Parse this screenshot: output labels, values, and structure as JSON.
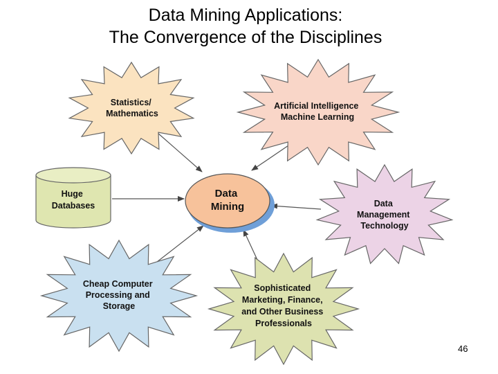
{
  "title": {
    "line1": "Data Mining Applications:",
    "line2": "The Convergence of the Disciplines"
  },
  "center": {
    "line1": "Data",
    "line2": "Mining"
  },
  "nodes": {
    "statistics": {
      "lines": [
        "Statistics/",
        "Mathematics"
      ],
      "color": "#fbe3c0"
    },
    "ai": {
      "lines": [
        "Artificial Intelligence",
        "Machine Learning"
      ],
      "color": "#f9d6c8"
    },
    "databases": {
      "lines": [
        "Huge",
        "Databases"
      ],
      "color": "#dfe6b0"
    },
    "dmt": {
      "lines": [
        "Data",
        "Management",
        "Technology"
      ],
      "color": "#ecd3e6"
    },
    "cheap": {
      "lines": [
        "Cheap Computer",
        "Processing and",
        "Storage"
      ],
      "color": "#c9e0f0"
    },
    "business": {
      "lines": [
        "Sophisticated",
        "Marketing, Finance,",
        "and Other Business",
        "Professionals"
      ],
      "color": "#dde2b0"
    }
  },
  "colors": {
    "center_fill": "#f7c29b",
    "center_shadow": "#6f9fd8"
  },
  "page_number": "46"
}
